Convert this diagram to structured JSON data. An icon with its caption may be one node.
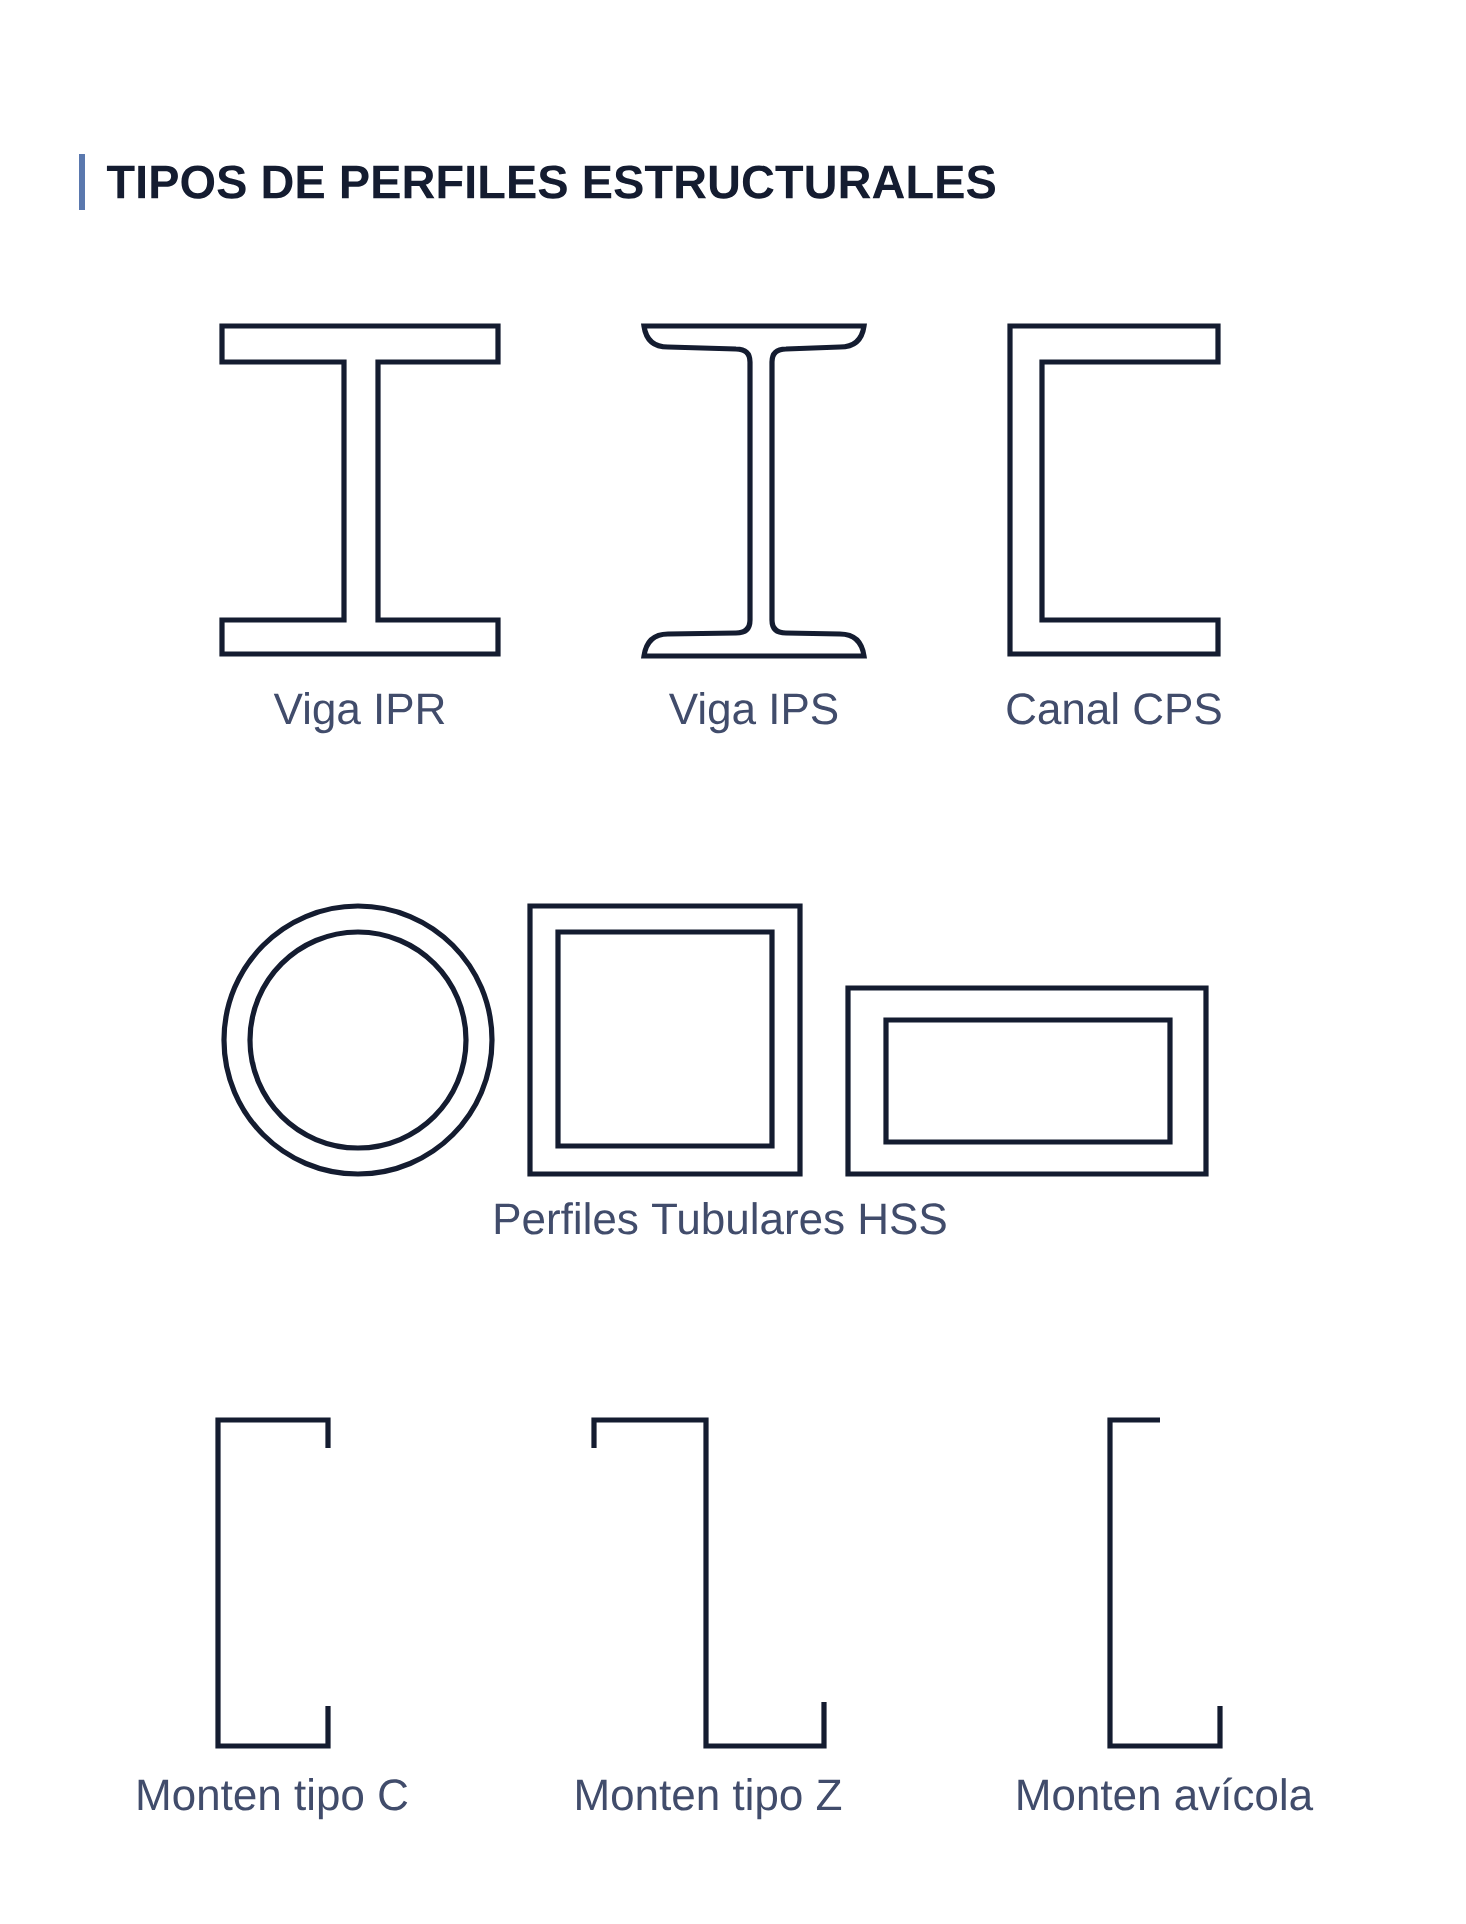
{
  "diagram": {
    "title": "TIPOS DE PERFILES ESTRUCTURALES",
    "nodes": [
      {
        "text": [],
        "shape": "picture",
        "beside": [
          "Viga IPR"
        ]
      },
      {
        "text": [],
        "shape": "picture",
        "beside": [
          "Viga IPS"
        ]
      },
      {
        "text": [],
        "shape": "picture",
        "beside": [
          "Canal CPS"
        ]
      },
      {
        "text": [],
        "shape": "picture"
      },
      {
        "text": [],
        "shape": "picture"
      },
      {
        "text": [],
        "shape": "picture"
      },
      {
        "text": [],
        "shape": "picture",
        "beside": [
          "Monten tipo C"
        ]
      },
      {
        "text": [],
        "shape": "picture",
        "beside": [
          "Monten tipo Z"
        ]
      },
      {
        "text": [],
        "shape": "picture",
        "beside": [
          "Monten avícola"
        ]
      }
    ],
    "labels": [
      "Perfiles Tubulares HSS"
    ]
  }
}
